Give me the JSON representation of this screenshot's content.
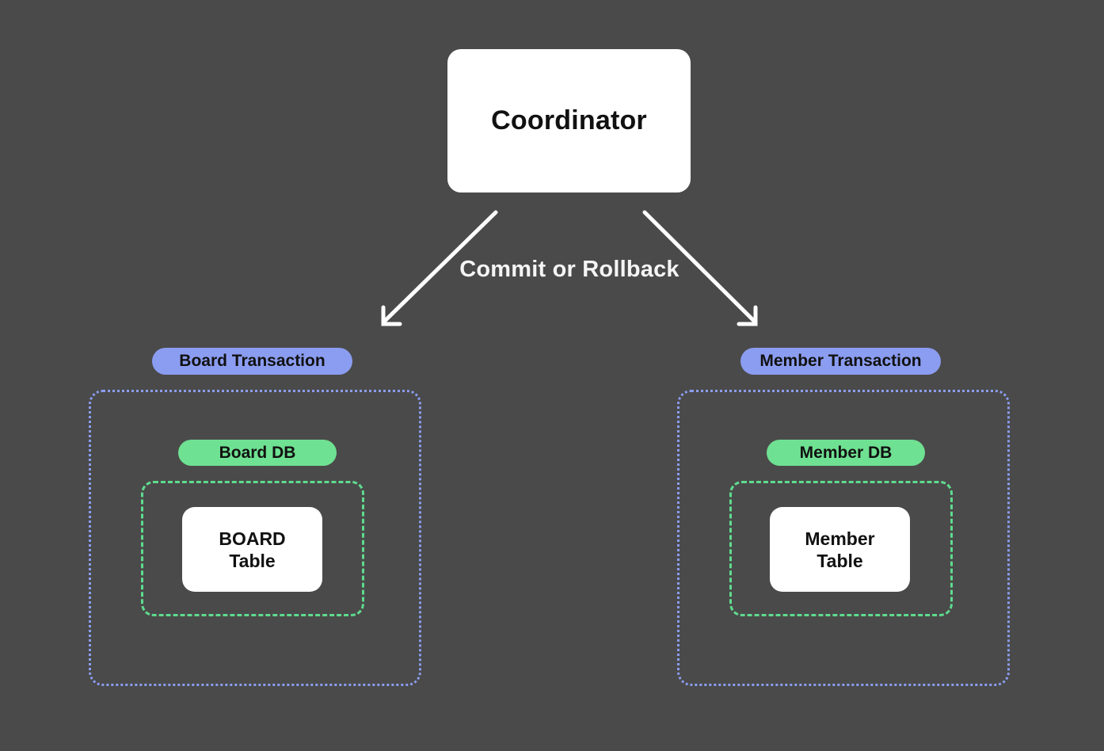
{
  "diagram": {
    "coordinator": {
      "label": "Coordinator"
    },
    "edge_label": "Commit or Rollback",
    "branches": {
      "left": {
        "transaction_label": "Board Transaction",
        "db_label": "Board DB",
        "table_line1": "BOARD",
        "table_line2": "Table"
      },
      "right": {
        "transaction_label": "Member Transaction",
        "db_label": "Member DB",
        "table_line1": "Member",
        "table_line2": "Table"
      }
    }
  },
  "colors": {
    "background": "#4a4a4a",
    "node_bg": "#ffffff",
    "node_text": "#111111",
    "transaction_pill": "#8b9df1",
    "db_pill": "#6fe192",
    "dotted_border": "#8b9df1",
    "dashed_border": "#5fdb8e",
    "arrow": "#ffffff",
    "edge_label_text": "#f5f5f5"
  }
}
